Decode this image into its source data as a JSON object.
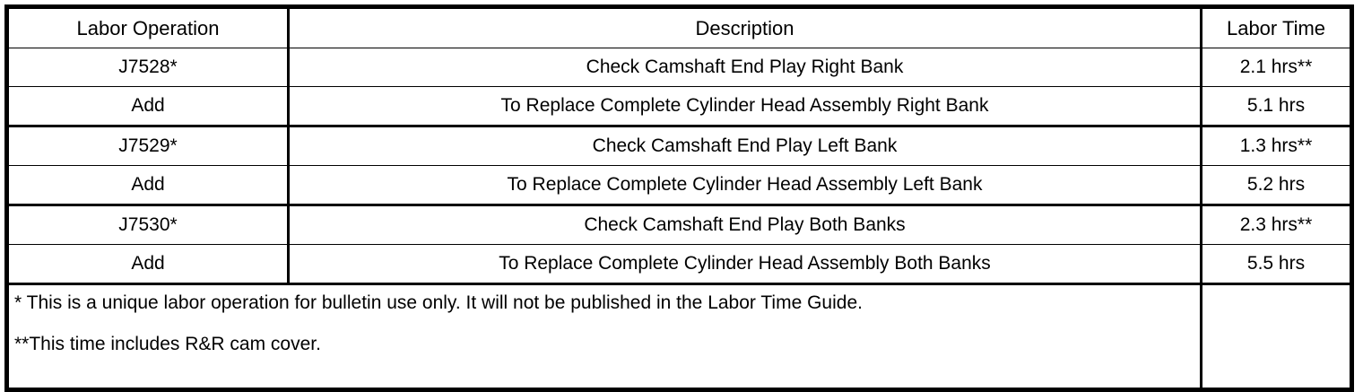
{
  "table": {
    "headers": {
      "labor_operation": "Labor Operation",
      "description": "Description",
      "labor_time": "Labor Time"
    },
    "rows": [
      {
        "operation": "J7528*",
        "description": "Check Camshaft End Play Right Bank",
        "time": "2.1 hrs**"
      },
      {
        "operation": "Add",
        "description": "To Replace Complete Cylinder Head Assembly Right Bank",
        "time": "5.1 hrs"
      },
      {
        "operation": "J7529*",
        "description": "Check Camshaft End Play Left Bank",
        "time": "1.3 hrs**"
      },
      {
        "operation": "Add",
        "description": "To Replace Complete Cylinder Head Assembly Left Bank",
        "time": "5.2 hrs"
      },
      {
        "operation": "J7530*",
        "description": "Check Camshaft End Play Both Banks",
        "time": "2.3 hrs**"
      },
      {
        "operation": "Add",
        "description": "To Replace Complete Cylinder Head Assembly Both Banks",
        "time": "5.5 hrs"
      }
    ],
    "footnotes": {
      "single_asterisk": "* This is a unique labor operation for bulletin use only. It will not be published in the Labor Time Guide.",
      "double_asterisk": "**This time includes R&R cam cover.",
      "time_cell": ""
    }
  },
  "colors": {
    "border": "#000000",
    "text": "#000000",
    "background": "#ffffff"
  }
}
